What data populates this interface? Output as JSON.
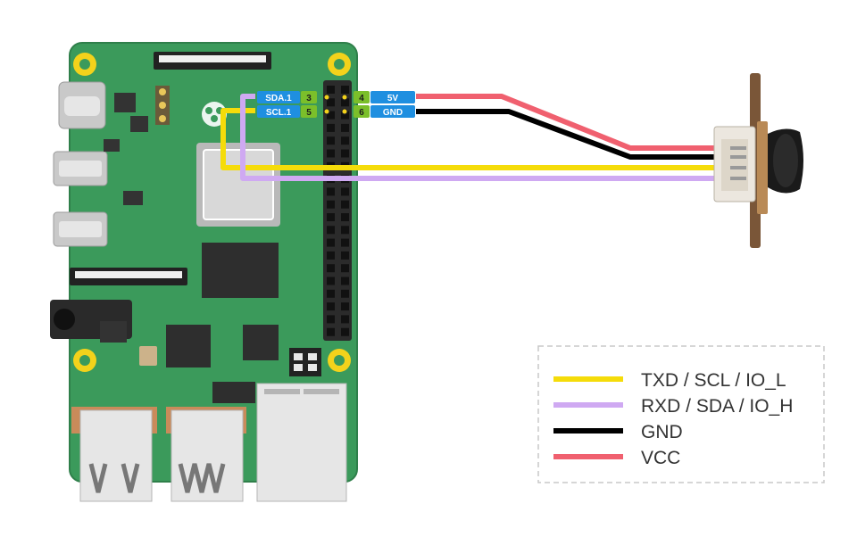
{
  "pins": {
    "sda_label": "SDA.1",
    "sda_num": "3",
    "scl_label": "SCL.1",
    "scl_num": "5",
    "vcc_num": "4",
    "vcc_label": "5V",
    "gnd_num": "6",
    "gnd_label": "GND"
  },
  "legend": {
    "items": [
      {
        "label": "TXD / SCL / IO_L",
        "color": "#f5dc0a"
      },
      {
        "label": "RXD / SDA / IO_H",
        "color": "#cfa9f2"
      },
      {
        "label": "GND",
        "color": "#000000"
      },
      {
        "label": "VCC",
        "color": "#f0606f"
      }
    ]
  },
  "colors": {
    "board": "#3b9a5b",
    "board_edge": "#2f7f4a",
    "pin_label_blue": "#1f8fe0",
    "pin_num_green": "#7bbf2a",
    "wire_yellow": "#f5dc0a",
    "wire_purple": "#cfa9f2",
    "wire_black": "#000000",
    "wire_red": "#f0606f"
  },
  "icons": {
    "board": "raspberry-pi-board-icon",
    "logo": "raspberry-logo-icon",
    "sensor": "sensor-module-icon"
  }
}
